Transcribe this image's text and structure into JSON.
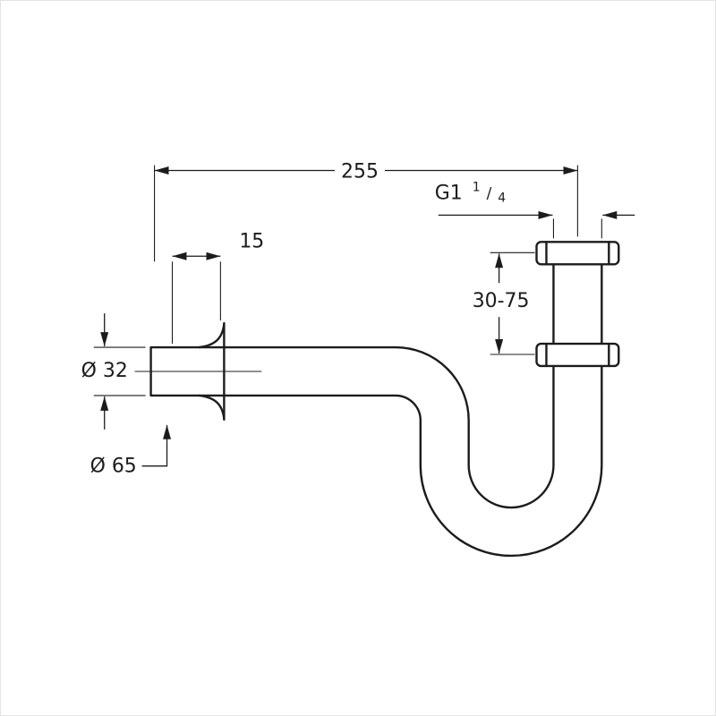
{
  "drawing": {
    "labels": {
      "overall_width": "255",
      "rosette_offset": "15",
      "adjustment_range": "30-75",
      "pipe_diameter": "Ø 32",
      "rosette_diameter": "Ø 65"
    },
    "thread_label": {
      "prefix": "G1",
      "numerator": "1",
      "slash": "/",
      "denominator": "4"
    },
    "colors": {
      "line": "#1c1c1c",
      "background": "#ffffff",
      "frame": "#e4e4e4"
    }
  }
}
